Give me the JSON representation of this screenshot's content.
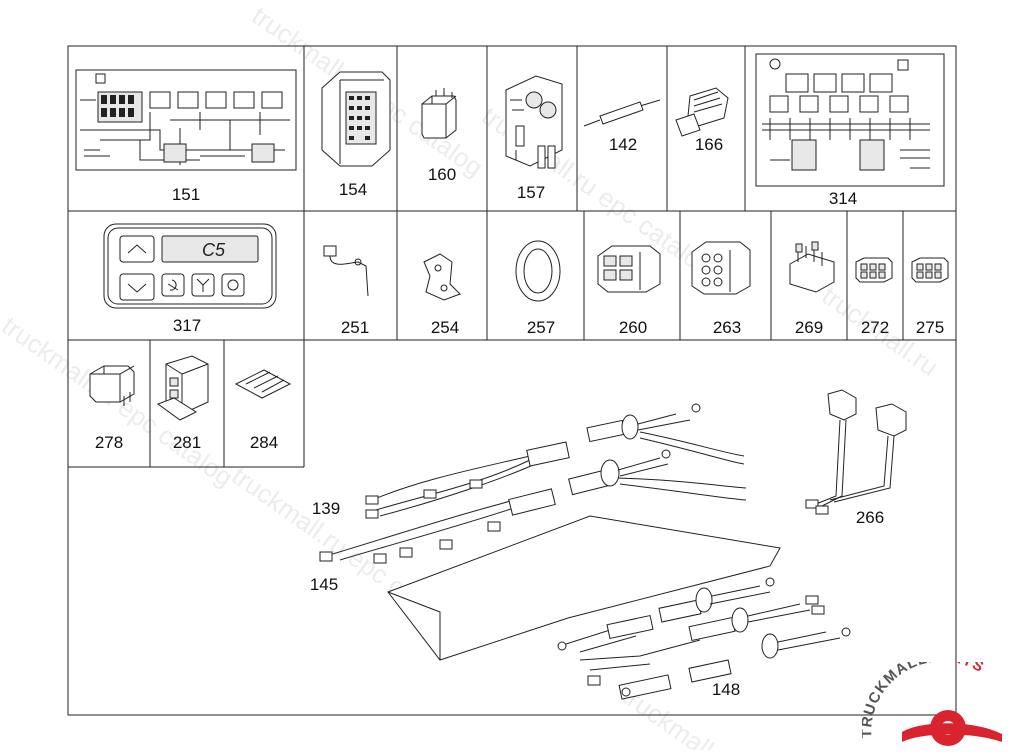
{
  "watermark": {
    "text_ru": "truckmall.ru epc catalog",
    "text_short": "truckmall.ru",
    "text_catalog": "epc catalog"
  },
  "brand": {
    "part1": "TRUCKMALL",
    "part2": "PARTS",
    "colors": {
      "dark": "#555555",
      "accent": "#d9232f"
    }
  },
  "parts": {
    "p151": "151",
    "p154": "154",
    "p160": "160",
    "p157": "157",
    "p142": "142",
    "p166": "166",
    "p314": "314",
    "p317": "317",
    "p251": "251",
    "p254": "254",
    "p257": "257",
    "p260": "260",
    "p263": "263",
    "p269": "269",
    "p272": "272",
    "p275": "275",
    "p278": "278",
    "p281": "281",
    "p284": "284",
    "p139": "139",
    "p145": "145",
    "p148": "148",
    "p266": "266"
  },
  "control_panel": {
    "display_text": "C5"
  }
}
